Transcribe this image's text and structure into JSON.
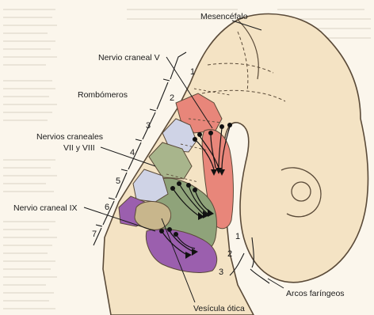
{
  "labels": {
    "mesencephalon": "Mesencéfalo",
    "cranial_nerve_v": "Nervio craneal V",
    "rhombomeres": "Rombómeros",
    "cranial_nerves_vii_viii_line1": "Nervios craneales",
    "cranial_nerves_vii_viii_line2": "VII y VIII",
    "cranial_nerve_ix": "Nervio craneal IX",
    "pharyngeal_arches": "Arcos faríngeos",
    "otic_vesicle": "Vesícula ótica"
  },
  "rhombomere_numbers": [
    "1",
    "2",
    "3",
    "4",
    "5",
    "6",
    "7"
  ],
  "arch_numbers": [
    "1",
    "2",
    "3"
  ],
  "colors": {
    "background": "#fbf6ec",
    "embryo": "#f4e3c4",
    "embryo_outline": "#5a4a38",
    "rhombomere_2": "#e8867a",
    "rhombomere_3": "#cfd3e6",
    "rhombomere_4": "#a8b58c",
    "rhombomere_5": "#cfd3e6",
    "rhombomere_6": "#9b5fae",
    "arch_1": "#e8867a",
    "arch_2": "#8fa37a",
    "arch_3": "#9b5fae",
    "otic_vesicle": "#c8b68c"
  }
}
